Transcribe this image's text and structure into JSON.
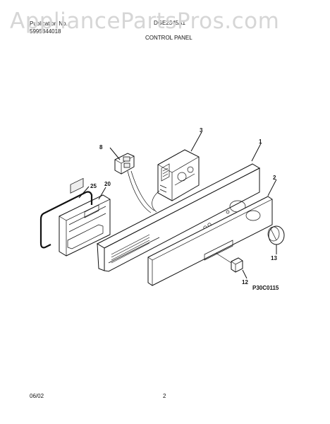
{
  "watermark": "AppliancePartsPros.com",
  "header": {
    "line1": "Publication No.",
    "line2": "5995344018",
    "model": "DGE2345A1",
    "section_title": "CONTROL PANEL"
  },
  "callouts": {
    "c1": "1",
    "c2": "2",
    "c3": "3",
    "c8": "8",
    "c12": "12",
    "c13": "13",
    "c20": "20",
    "c25": "25"
  },
  "figure_code": "P30C0115",
  "footer": {
    "date": "06/02",
    "page": "2"
  }
}
